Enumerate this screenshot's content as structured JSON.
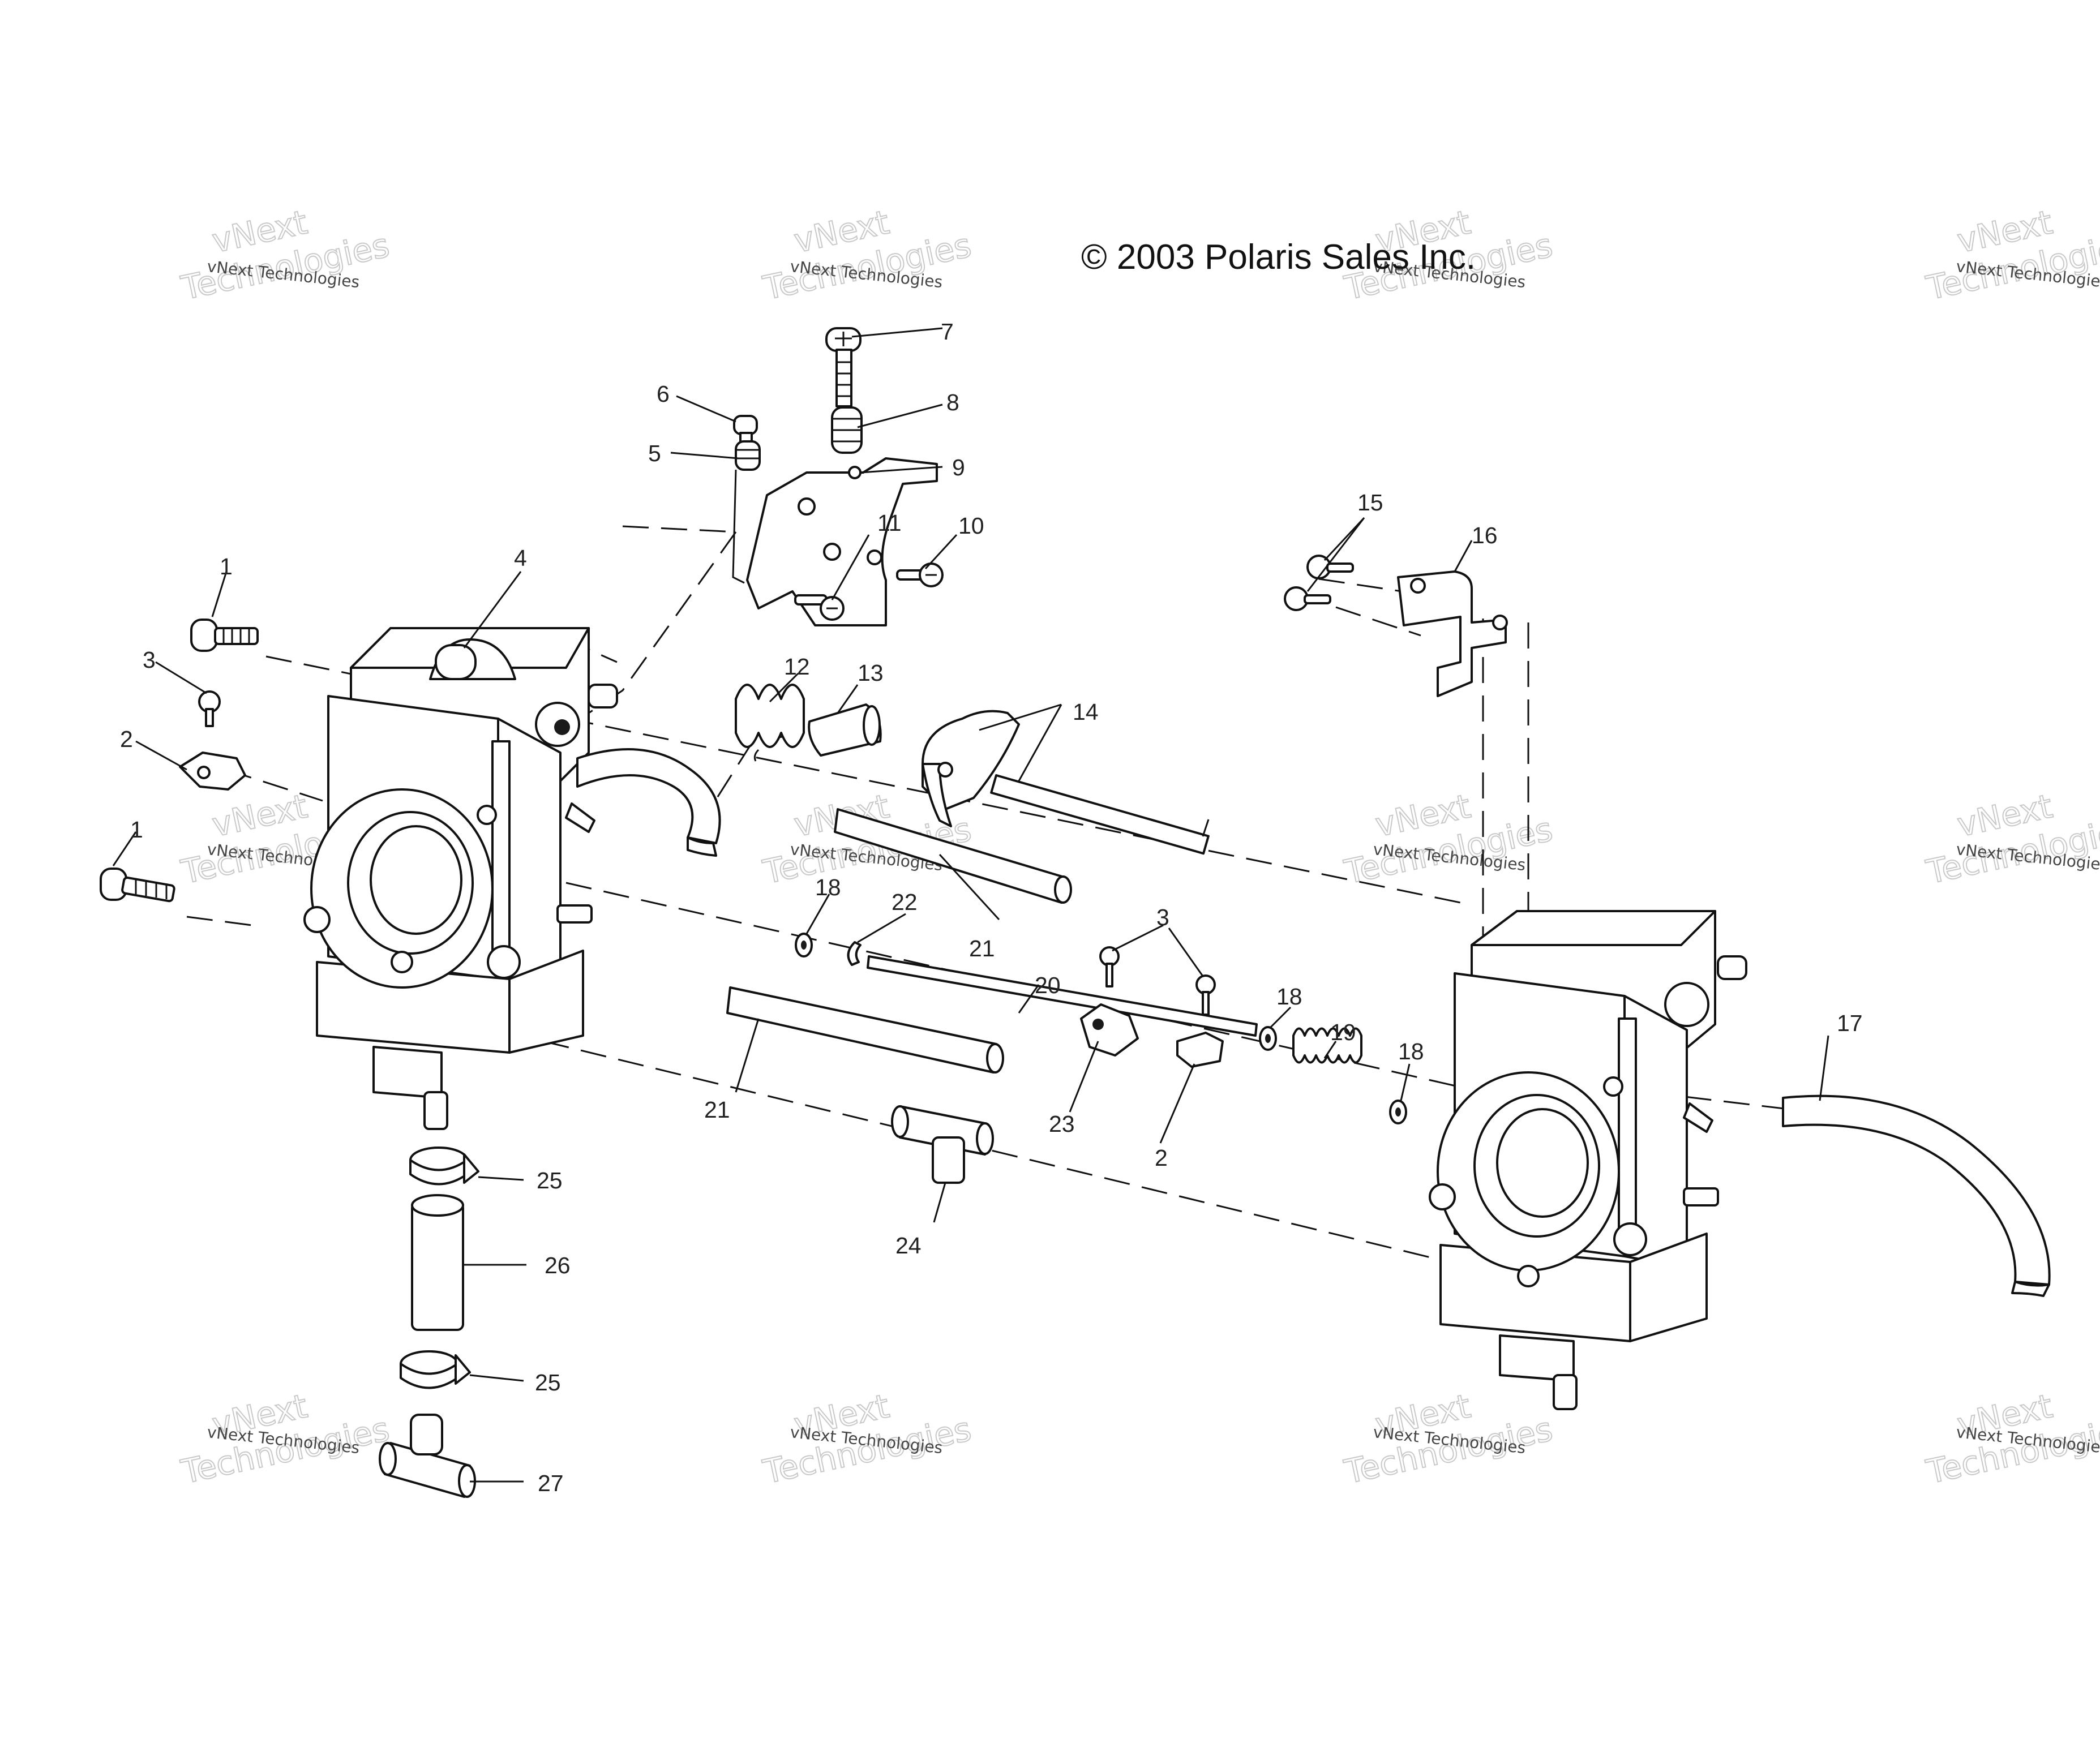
{
  "copyright": "© 2003 Polaris Sales Inc.",
  "watermark": {
    "small": "vNext Technologies",
    "big_top": "vNext",
    "big_bottom": "Technologies"
  },
  "callouts": {
    "c1a": "1",
    "c1b": "1",
    "c2a": "2",
    "c2b": "2",
    "c3a": "3",
    "c3b": "3",
    "c4": "4",
    "c5": "5",
    "c6": "6",
    "c7": "7",
    "c8": "8",
    "c9": "9",
    "c10": "10",
    "c11": "11",
    "c12": "12",
    "c13": "13",
    "c14": "14",
    "c15": "15",
    "c16": "16",
    "c17": "17",
    "c18a": "18",
    "c18b": "18",
    "c18c": "18",
    "c19": "19",
    "c20": "20",
    "c21a": "21",
    "c21b": "21",
    "c22": "22",
    "c23": "23",
    "c24": "24",
    "c25a": "25",
    "c25b": "25",
    "c26": "26",
    "c27": "27"
  }
}
